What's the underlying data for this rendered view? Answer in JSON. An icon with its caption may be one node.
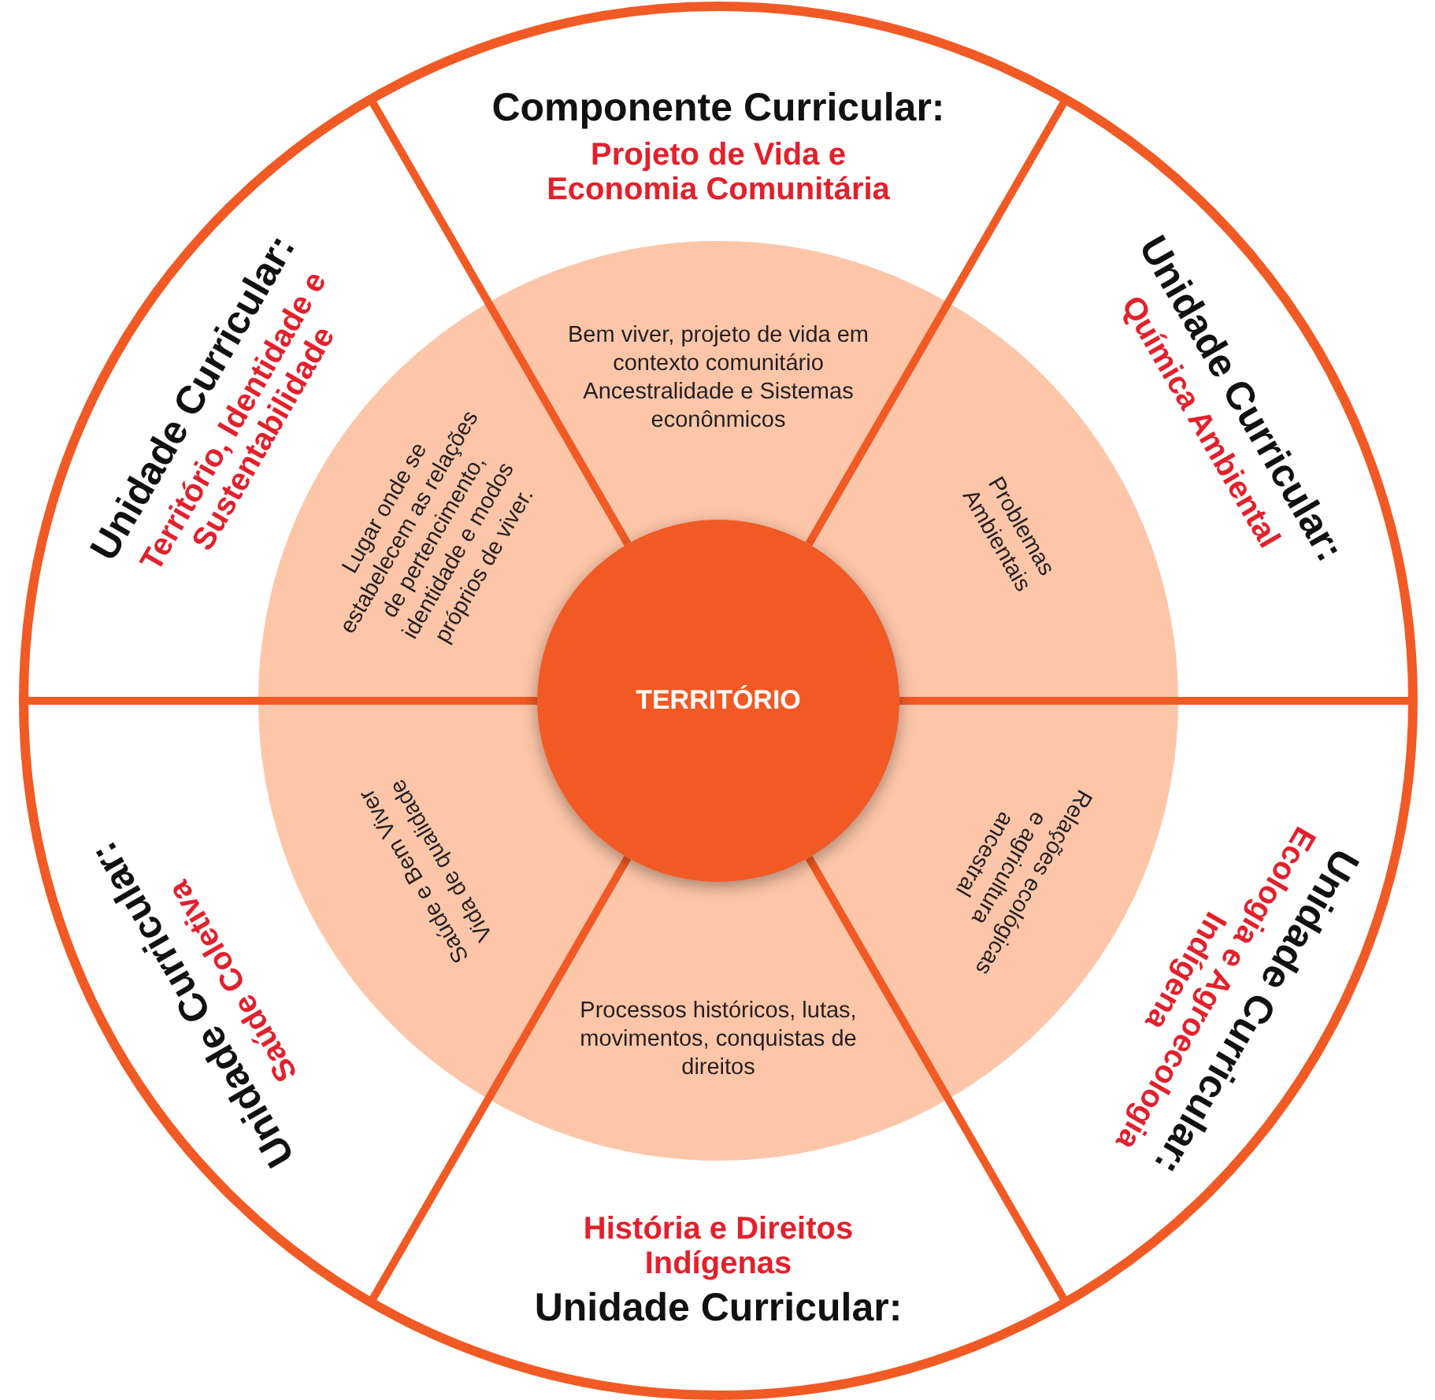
{
  "diagram": {
    "nodes": [
      {
        "text": [
          "Componente Curricular:",
          "Projeto de Vida e Economia Comunitária"
        ]
      },
      {
        "text": [
          "Unidade Curricular:",
          "Química Ambiental"
        ]
      },
      {
        "text": [
          "Unidade Curricular:",
          "Ecologia e Agroecologia Indígena"
        ]
      },
      {
        "text": [
          "História e Direitos Indígenas",
          "Unidade Curricular:"
        ]
      },
      {
        "text": [
          "Unidade Curricular:",
          "Saúde Coletiva"
        ]
      },
      {
        "text": [
          "Unidade Curricular:",
          "Território, Identidade e Sustentabilidade"
        ]
      },
      {
        "text": [
          "Bem viver, projeto de vida em contexto comunitário Ancestralidade e Sistemas econônmicos"
        ]
      },
      {
        "text": [
          "Problemas Ambientais"
        ]
      },
      {
        "text": [
          "Relações ecológicas e agricultura ancestral"
        ]
      },
      {
        "text": [
          "Processos históricos, lutas, movimentos, conquistas de direitos"
        ]
      },
      {
        "text": [
          "Saúde e Bem Viver",
          "Vida de qualidade"
        ]
      },
      {
        "text": [
          "Lugar onde se estabelecem as relações de pertencimento, identidade e modos próprios de viver."
        ]
      },
      {
        "text": [
          "TERRITÓRIO"
        ]
      }
    ]
  }
}
